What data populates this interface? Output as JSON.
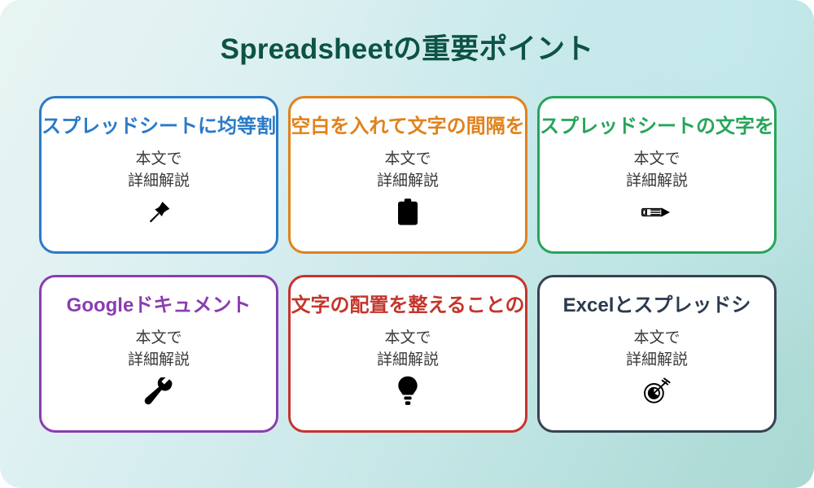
{
  "page": {
    "title": "Spreadsheetの重要ポイント",
    "title_color": "#0c5343",
    "background_from": "#e7f4f2",
    "background_to": "#a9d8d2"
  },
  "cards": [
    {
      "heading": "スプレッドシートに均等割",
      "body": "本文で\n詳細解説",
      "icon": "pushpin-icon",
      "accent": "#2a7ac8"
    },
    {
      "heading": "空白を入れて文字の間隔を",
      "body": "本文で\n詳細解説",
      "icon": "clipboard-icon",
      "accent": "#e0821c"
    },
    {
      "heading": "スプレッドシートの文字を",
      "body": "本文で\n詳細解説",
      "icon": "pencil-icon",
      "accent": "#25a55a"
    },
    {
      "heading": "Googleドキュメント",
      "body": "本文で\n詳細解説",
      "icon": "wrench-icon",
      "accent": "#8a3db0"
    },
    {
      "heading": "文字の配置を整えることの",
      "body": "本文で\n詳細解説",
      "icon": "lightbulb-icon",
      "accent": "#c4352c"
    },
    {
      "heading": "Excelとスプレッドシ",
      "body": "本文で\n詳細解説",
      "icon": "target-dart-icon",
      "accent": "#2b3a4f"
    }
  ]
}
